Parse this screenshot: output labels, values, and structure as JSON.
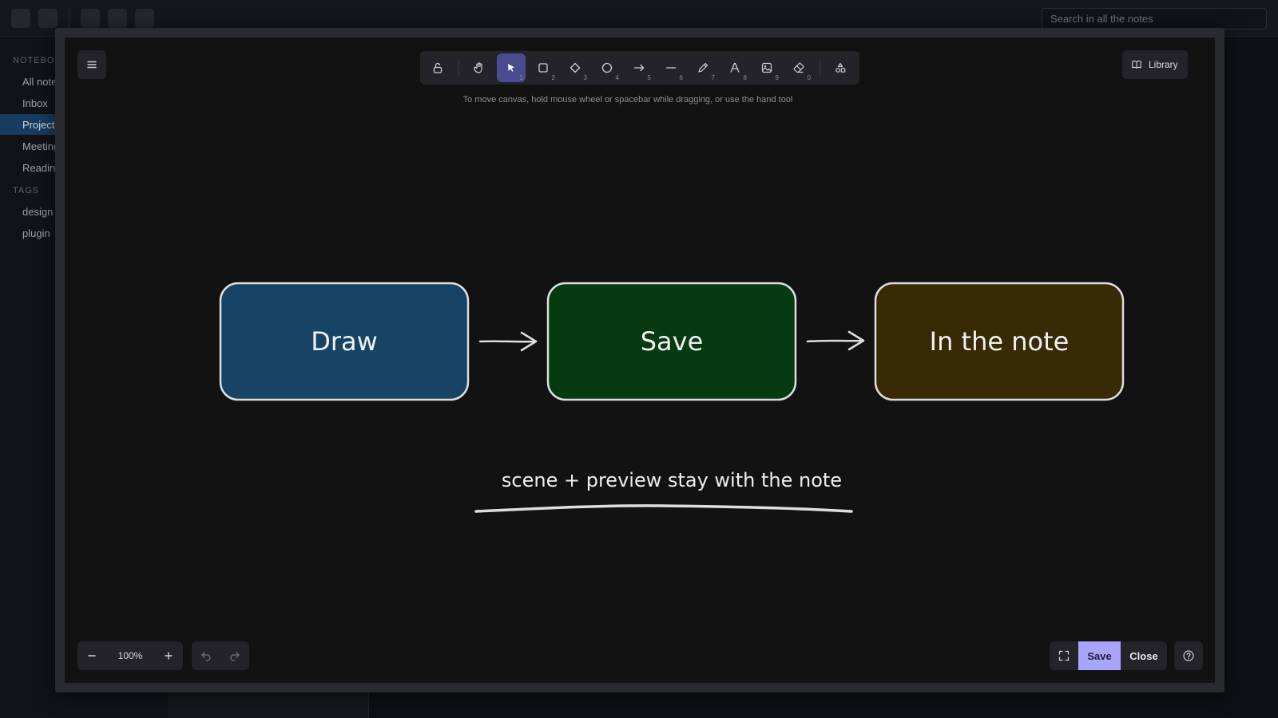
{
  "app": {
    "search_placeholder": "Search in all the notes",
    "sidebar": {
      "notebooks_label": "NOTEBOO",
      "notebooks": [
        {
          "label": "All note"
        },
        {
          "label": "Inbox"
        },
        {
          "label": "Project",
          "active": true
        },
        {
          "label": "Meeting"
        },
        {
          "label": "Readin"
        }
      ],
      "tags_label": "TAGS",
      "tags": [
        {
          "label": "design"
        },
        {
          "label": "plugin"
        }
      ]
    }
  },
  "editor": {
    "library_label": "Library",
    "hint": "To move canvas, hold mouse wheel or spacebar while dragging, or use the hand tool",
    "toolbar": [
      {
        "name": "lock",
        "icon": "lock-icon",
        "key": ""
      },
      {
        "name": "hand",
        "icon": "hand-icon",
        "key": ""
      },
      {
        "name": "select",
        "icon": "pointer-icon",
        "key": "1",
        "active": true
      },
      {
        "name": "rectangle",
        "icon": "rectangle-icon",
        "key": "2"
      },
      {
        "name": "diamond",
        "icon": "diamond-icon",
        "key": "3"
      },
      {
        "name": "ellipse",
        "icon": "ellipse-icon",
        "key": "4"
      },
      {
        "name": "arrow",
        "icon": "arrow-icon",
        "key": "5"
      },
      {
        "name": "line",
        "icon": "line-icon",
        "key": "6"
      },
      {
        "name": "draw",
        "icon": "pencil-icon",
        "key": "7"
      },
      {
        "name": "text",
        "icon": "text-icon",
        "key": "8"
      },
      {
        "name": "image",
        "icon": "image-icon",
        "key": "9"
      },
      {
        "name": "eraser",
        "icon": "eraser-icon",
        "key": "0"
      },
      {
        "name": "extra-tools",
        "icon": "shapes-icon",
        "key": ""
      }
    ],
    "zoom": "100%",
    "save_label": "Save",
    "close_label": "Close",
    "accent_color": "#a8a5ff"
  },
  "scene": {
    "boxes": [
      {
        "label": "Draw",
        "fill": "#174464"
      },
      {
        "label": "Save",
        "fill": "#063a10"
      },
      {
        "label": "In the note",
        "fill": "#392a06"
      }
    ],
    "caption": "scene + preview stay with the note"
  }
}
